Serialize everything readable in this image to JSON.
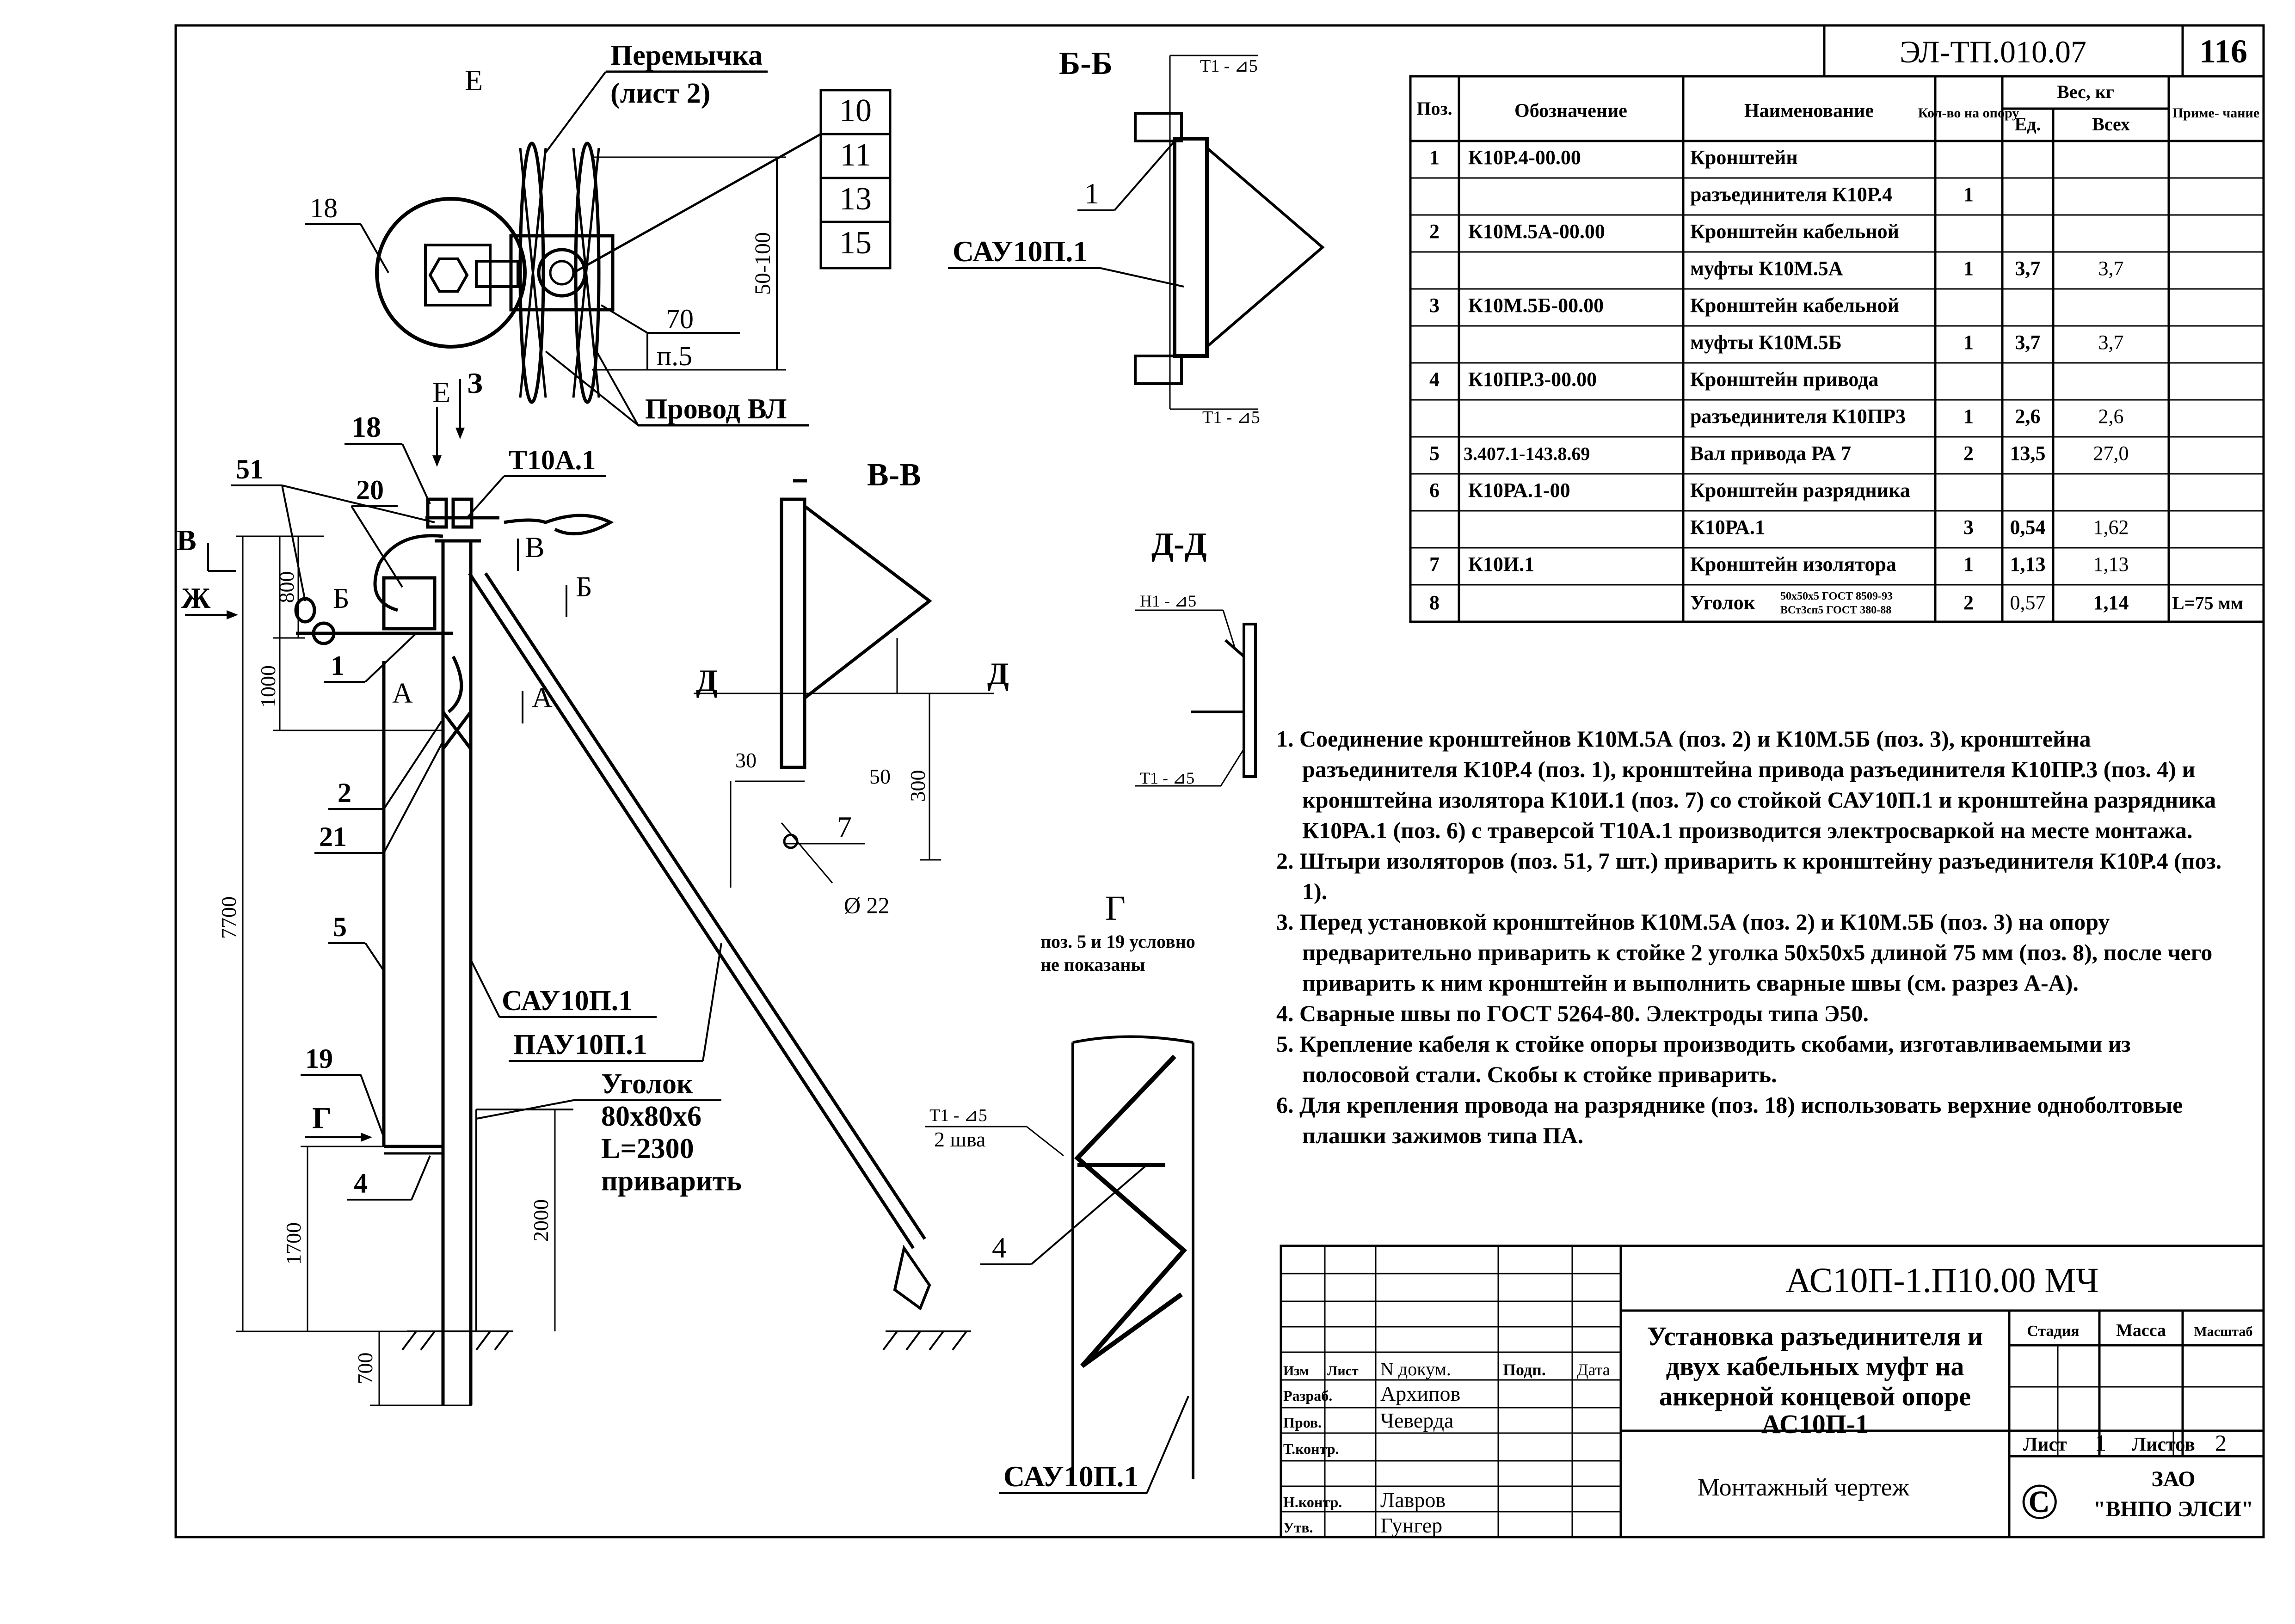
{
  "doc_code": "ЭЛ-ТП.010.07",
  "sheet_no": "116",
  "spec": {
    "headers": {
      "pos": "Поз.",
      "designation": "Обозначение",
      "name": "Наименование",
      "qty": "Кол-во на опору",
      "weight": "Вес, кг",
      "unit": "Ед.",
      "total": "Всех",
      "note": "Приме- чание"
    },
    "rows": [
      {
        "pos": "1",
        "designation": "К10Р.4-00.00",
        "name": "Кронштейн",
        "qty": "",
        "unit": "",
        "total": "",
        "note": ""
      },
      {
        "pos": "",
        "designation": "",
        "name": "разъединителя К10Р.4",
        "qty": "1",
        "unit": "",
        "total": "",
        "note": ""
      },
      {
        "pos": "2",
        "designation": "К10М.5А-00.00",
        "name": "Кронштейн кабельной",
        "qty": "",
        "unit": "",
        "total": "",
        "note": ""
      },
      {
        "pos": "",
        "designation": "",
        "name": "муфты К10М.5А",
        "qty": "1",
        "unit": "3,7",
        "total": "3,7",
        "note": ""
      },
      {
        "pos": "3",
        "designation": "К10М.5Б-00.00",
        "name": "Кронштейн кабельной",
        "qty": "",
        "unit": "",
        "total": "",
        "note": ""
      },
      {
        "pos": "",
        "designation": "",
        "name": "муфты К10М.5Б",
        "qty": "1",
        "unit": "3,7",
        "total": "3,7",
        "note": ""
      },
      {
        "pos": "4",
        "designation": "К10ПР.3-00.00",
        "name": "Кронштейн привода",
        "qty": "",
        "unit": "",
        "total": "",
        "note": ""
      },
      {
        "pos": "",
        "designation": "",
        "name": "разъединителя К10ПР3",
        "qty": "1",
        "unit": "2,6",
        "total": "2,6",
        "note": ""
      },
      {
        "pos": "5",
        "designation": "3.407.1-143.8.69",
        "name": "Вал привода РА 7",
        "qty": "2",
        "unit": "13,5",
        "total": "27,0",
        "note": ""
      },
      {
        "pos": "6",
        "designation": "К10РА.1-00",
        "name": "Кронштейн разрядника",
        "qty": "",
        "unit": "",
        "total": "",
        "note": ""
      },
      {
        "pos": "",
        "designation": "",
        "name": "К10РА.1",
        "qty": "3",
        "unit": "0,54",
        "total": "1,62",
        "note": ""
      },
      {
        "pos": "7",
        "designation": "К10И.1",
        "name": "Кронштейн изолятора",
        "qty": "1",
        "unit": "1,13",
        "total": "1,13",
        "note": ""
      },
      {
        "pos": "8",
        "designation": "",
        "name": "Уголок",
        "name_small1": "50х50х5 ГОСТ 8509-93",
        "name_small2": "ВСт3сп5 ГОСТ 380-88",
        "qty": "2",
        "unit": "0,57",
        "total": "1,14",
        "note": "L=75 мм"
      }
    ]
  },
  "notes": [
    "1. Соединение кронштейнов  К10М.5А (поз. 2) и К10М.5Б (поз. 3), кронштейна разъединителя К10Р.4 (поз. 1), кронштейна привода разъединителя К10ПР.3 (поз. 4) и кронштейна изолятора К10И.1 (поз. 7) со стойкой САУ10П.1 и кронштейна разрядника К10РА.1 (поз. 6) с траверсой Т10А.1 производится электросваркой на месте монтажа.",
    "2. Штыри изоляторов (поз. 51, 7 шт.) приварить к кронштейну разъединителя К10Р.4 (поз. 1).",
    "3. Перед установкой кронштейнов К10М.5А (поз. 2) и К10М.5Б (поз. 3) на опору предварительно приварить к стойке 2 уголка 50х50х5 длиной 75 мм (поз. 8), после чего приварить к ним кронштейн и выполнить сварные швы (см. разрез А-А).",
    "4. Сварные швы по ГОСТ 5264-80. Электроды типа Э50.",
    "5. Крепление кабеля к стойке опоры производить скобами, изготавливаемыми из полосовой стали. Скобы к стойке приварить.",
    "6. Для крепления провода на разряднике (поз. 18) использовать верхние одноболтовые плашки зажимов типа ПА."
  ],
  "title_block": {
    "code": "АС10П-1.П10.00 МЧ",
    "title_lines": [
      "Установка разъединителя и",
      "двух кабельных муфт на",
      "анкерной концевой опоре",
      "АС10П-1"
    ],
    "doc_type": "Монтажный чертеж",
    "col_headers": {
      "izm": "Изм",
      "list": "Лист",
      "ndoc": "N докум.",
      "podp": "Подп.",
      "data": "Дата"
    },
    "roles": [
      "Разраб.",
      "Пров.",
      "Т.контр.",
      "",
      "Н.контр.",
      "Утв."
    ],
    "names": [
      "Архипов",
      "Чеверда",
      "",
      "",
      "Лавров",
      "Гунгер"
    ],
    "stage_label": "Стадия",
    "mass_label": "Масса",
    "scale_label": "Масштаб",
    "sheet_label": "Лист",
    "sheet_value": "1",
    "sheets_label": "Листов",
    "sheets_value": "2",
    "company_line1": "ЗАО",
    "company_line2": "\"ВНПО ЭЛСИ\"",
    "copyright": "©"
  },
  "view_e": {
    "letter": "Е",
    "jumper_line1": "Перемычка",
    "jumper_line2": "(лист 2)",
    "pos_18": "18",
    "callouts": [
      "10",
      "11",
      "13",
      "15"
    ],
    "dim_70": "70",
    "item_p5": "п.5",
    "dim_50_100": "50-100",
    "wire": "Провод ВЛ"
  },
  "section_bb": {
    "title": "Б-Б",
    "weld_top": "Т1 - ⊿5",
    "weld_bottom": "Т1 - ⊿5",
    "pos_1": "1",
    "stand": "САУ10П.1"
  },
  "section_vv": {
    "title": "В-В",
    "cut": "Д",
    "dim_30": "30",
    "dim_50": "50",
    "dim_300": "300",
    "pos_7": "7",
    "dia": "Ø 22"
  },
  "section_dd": {
    "title": "Д-Д",
    "weld_top": "Н1 - ⊿5",
    "weld_bottom": "Т1 - ⊿5"
  },
  "view_g": {
    "letter": "Г",
    "note1": "поз. 5 и 19 условно",
    "note2": "не показаны",
    "weld": "Т1 - ⊿5",
    "weld_count": "2 шва",
    "pos_4": "4",
    "stand": "САУ10П.1"
  },
  "main": {
    "arrow_e": "Е",
    "arrow_z": "З",
    "pos_18": "18",
    "traverse": "Т10А.1",
    "pos_51": "51",
    "pos_20": "20",
    "cut_v": "В",
    "cut_zh": "Ж",
    "cut_b": "Б",
    "cut_a": "А",
    "dim_800": "800",
    "dim_1000": "1000",
    "dim_7700": "7700",
    "dim_1700": "1700",
    "dim_700": "700",
    "dim_2000": "2000",
    "pos_1": "1",
    "pos_2": "2",
    "pos_21": "21",
    "pos_5": "5",
    "pos_19": "19",
    "view_g": "Г",
    "pos_4": "4",
    "stand": "САУ10П.1",
    "strut": "ПАУ10П.1",
    "angle_line1": "Уголок",
    "angle_line2": "80х80х6",
    "angle_line3": "L=2300",
    "angle_line4": "приварить"
  }
}
